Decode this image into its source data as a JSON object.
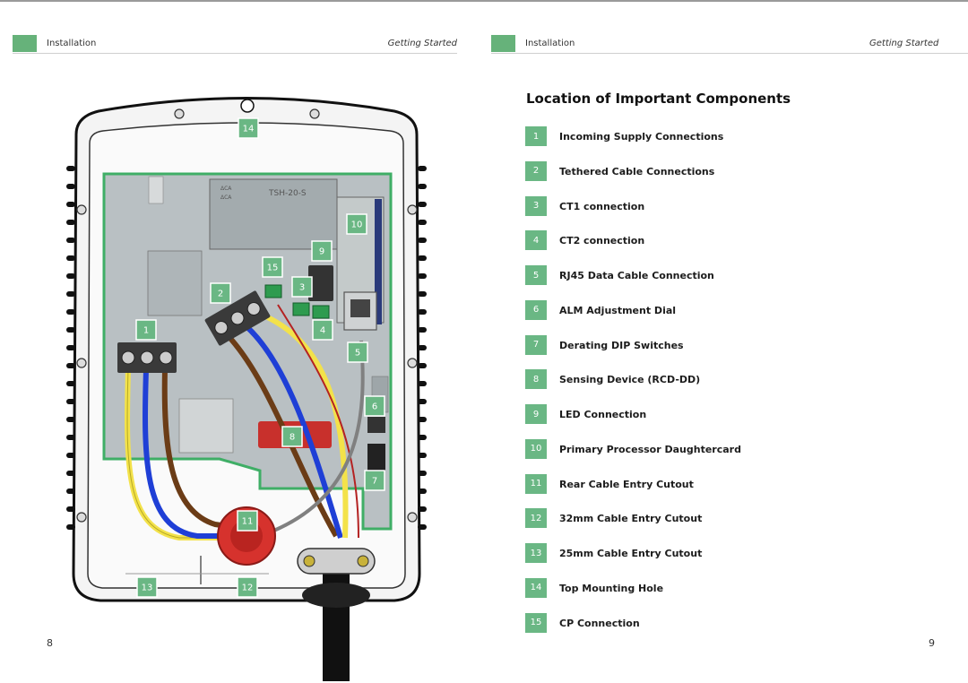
{
  "left_page": {
    "header": {
      "section": "Installation",
      "chapter": "Getting Started"
    },
    "page_number": "8",
    "diagram": {
      "callouts": [
        "1",
        "2",
        "3",
        "4",
        "5",
        "6",
        "7",
        "8",
        "9",
        "10",
        "11",
        "12",
        "13",
        "14",
        "15"
      ],
      "board_text": {
        "relay_label": "TSH-20-S",
        "relay_small_1": "ΔCΑ",
        "relay_small_2": "ΔCΑ"
      }
    }
  },
  "right_page": {
    "header": {
      "section": "Installation",
      "chapter": "Getting Started"
    },
    "page_number": "9",
    "title": "Location of Important Components",
    "components": [
      {
        "number": "1",
        "label": "Incoming Supply Connections"
      },
      {
        "number": "2",
        "label": "Tethered Cable Connections"
      },
      {
        "number": "3",
        "label": "CT1 connection"
      },
      {
        "number": "4",
        "label": "CT2 connection"
      },
      {
        "number": "5",
        "label": "RJ45 Data Cable Connection"
      },
      {
        "number": "6",
        "label": "ALM Adjustment Dial"
      },
      {
        "number": "7",
        "label": "Derating DIP Switches"
      },
      {
        "number": "8",
        "label": "Sensing Device (RCD-DD)"
      },
      {
        "number": "9",
        "label": "LED Connection"
      },
      {
        "number": "10",
        "label": "Primary Processor Daughtercard"
      },
      {
        "number": "11",
        "label": "Rear Cable Entry Cutout"
      },
      {
        "number": "12",
        "label": "32mm Cable Entry Cutout"
      },
      {
        "number": "13",
        "label": "25mm Cable Entry Cutout"
      },
      {
        "number": "14",
        "label": "Top Mounting Hole"
      },
      {
        "number": "15",
        "label": "CP Connection"
      }
    ]
  },
  "colors": {
    "accent": "#6ab784",
    "header_tab": "#66b27a",
    "board": "#b9c0c3",
    "wire_brown": "#6b3c16",
    "wire_blue": "#1f3fd6",
    "wire_yellow": "#f3e24a",
    "rcd_red": "#c8302c"
  }
}
